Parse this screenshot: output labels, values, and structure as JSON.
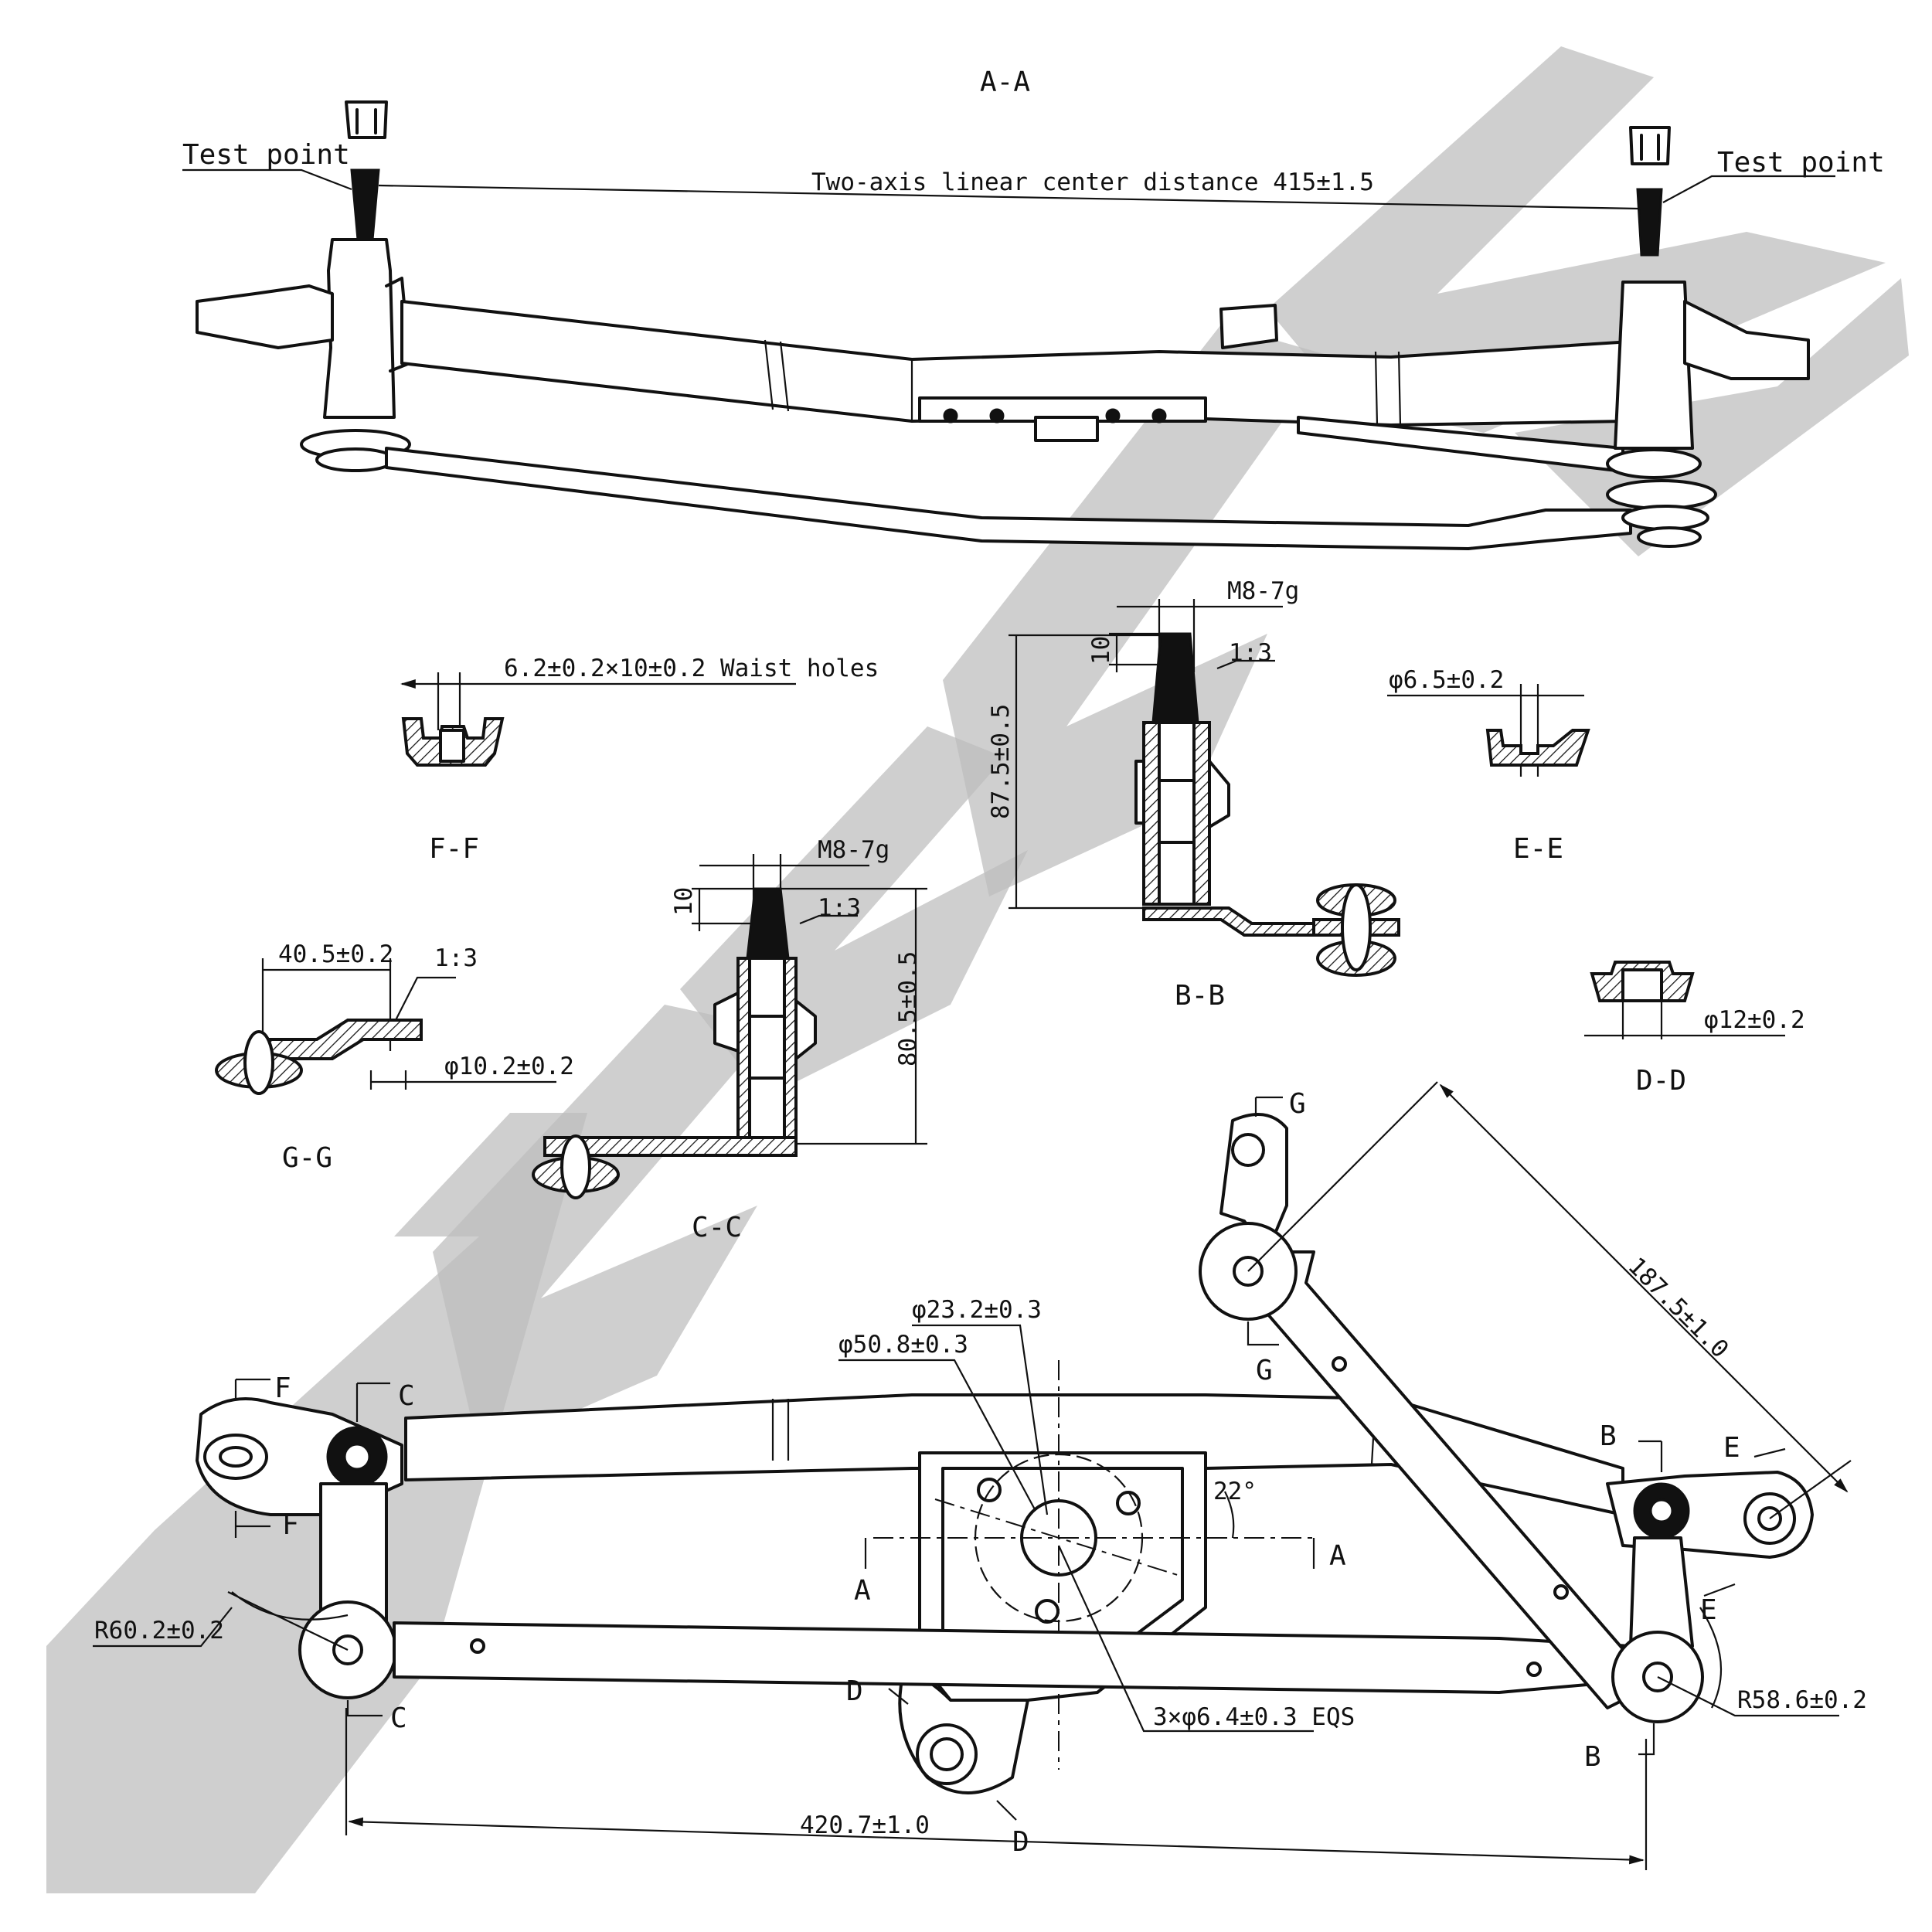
{
  "watermark": "ZENWEK",
  "views": {
    "aa": {
      "title": "A-A",
      "test_point_left": "Test point",
      "test_point_right": "Test point",
      "center_distance": "Two-axis linear center distance 415±1.5"
    },
    "ff": {
      "title": "F-F",
      "note": "6.2±0.2×10±0.2 Waist holes"
    },
    "ee": {
      "title": "E-E",
      "diameter": "φ6.5±0.2"
    },
    "dd": {
      "title": "D-D",
      "diameter": "φ12±0.2"
    },
    "bb": {
      "title": "B-B",
      "thread": "M8-7g",
      "thread_len": "10",
      "taper": "1:3",
      "height": "87.5±0.5"
    },
    "cc": {
      "title": "C-C",
      "thread": "M8-7g",
      "thread_len": "10",
      "taper": "1:3",
      "height": "80.5±0.5"
    },
    "gg": {
      "title": "G-G",
      "length": "40.5±0.2",
      "taper": "1:3",
      "diameter": "φ10.2±0.2"
    }
  },
  "plan": {
    "d_23": "φ23.2±0.3",
    "d_50": "φ50.8±0.3",
    "angle": "22°",
    "holes": "3×φ6.4±0.3 EQS",
    "r_left": "R60.2±0.2",
    "r_right": "R58.6±0.2",
    "span": "420.7±1.0",
    "diag": "187.5±1.0",
    "markers": {
      "A": "A",
      "B": "B",
      "C": "C",
      "D": "D",
      "E": "E",
      "F": "F",
      "G": "G"
    }
  }
}
